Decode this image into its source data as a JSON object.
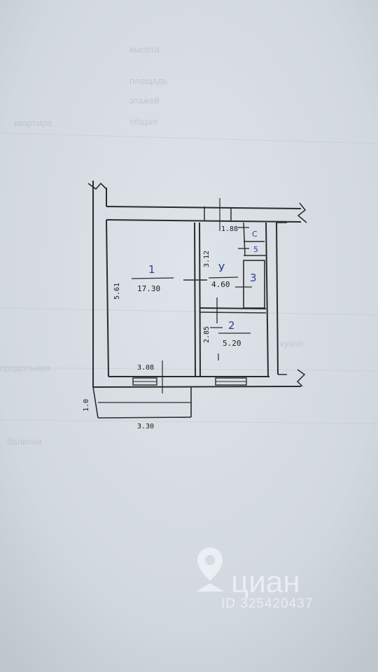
{
  "colors": {
    "paper": "#d4dae0",
    "ink": "#2b2b2b",
    "blue_ink": "#2a3f8f",
    "watermark": "#eef1f4"
  },
  "rooms": [
    {
      "id": "room-1",
      "number": "1",
      "area": "17.30"
    },
    {
      "id": "room-4",
      "number": "У",
      "area": "4.60"
    },
    {
      "id": "room-2",
      "number": "2",
      "area": "5.20"
    },
    {
      "id": "room-3",
      "number": "3",
      "area": ""
    },
    {
      "id": "room-c",
      "number": "С",
      "area": ""
    },
    {
      "id": "room-5",
      "number": "5",
      "area": ""
    }
  ],
  "dimensions": {
    "room1_height": "5.61",
    "hall_height": "3.12",
    "room2_height": "2.85",
    "top_right": "1.88",
    "room1_width": "3.08",
    "balcony_width": "3.30",
    "balcony_depth": "1.0"
  },
  "background_text": [
    "высота",
    "площадь",
    "этажей",
    "общая",
    "квартира",
    "кухня",
    "продольная",
    "балкона"
  ],
  "watermark": {
    "brand": "циан",
    "id_text": "ID 325420437",
    "icon": "pin-icon"
  }
}
